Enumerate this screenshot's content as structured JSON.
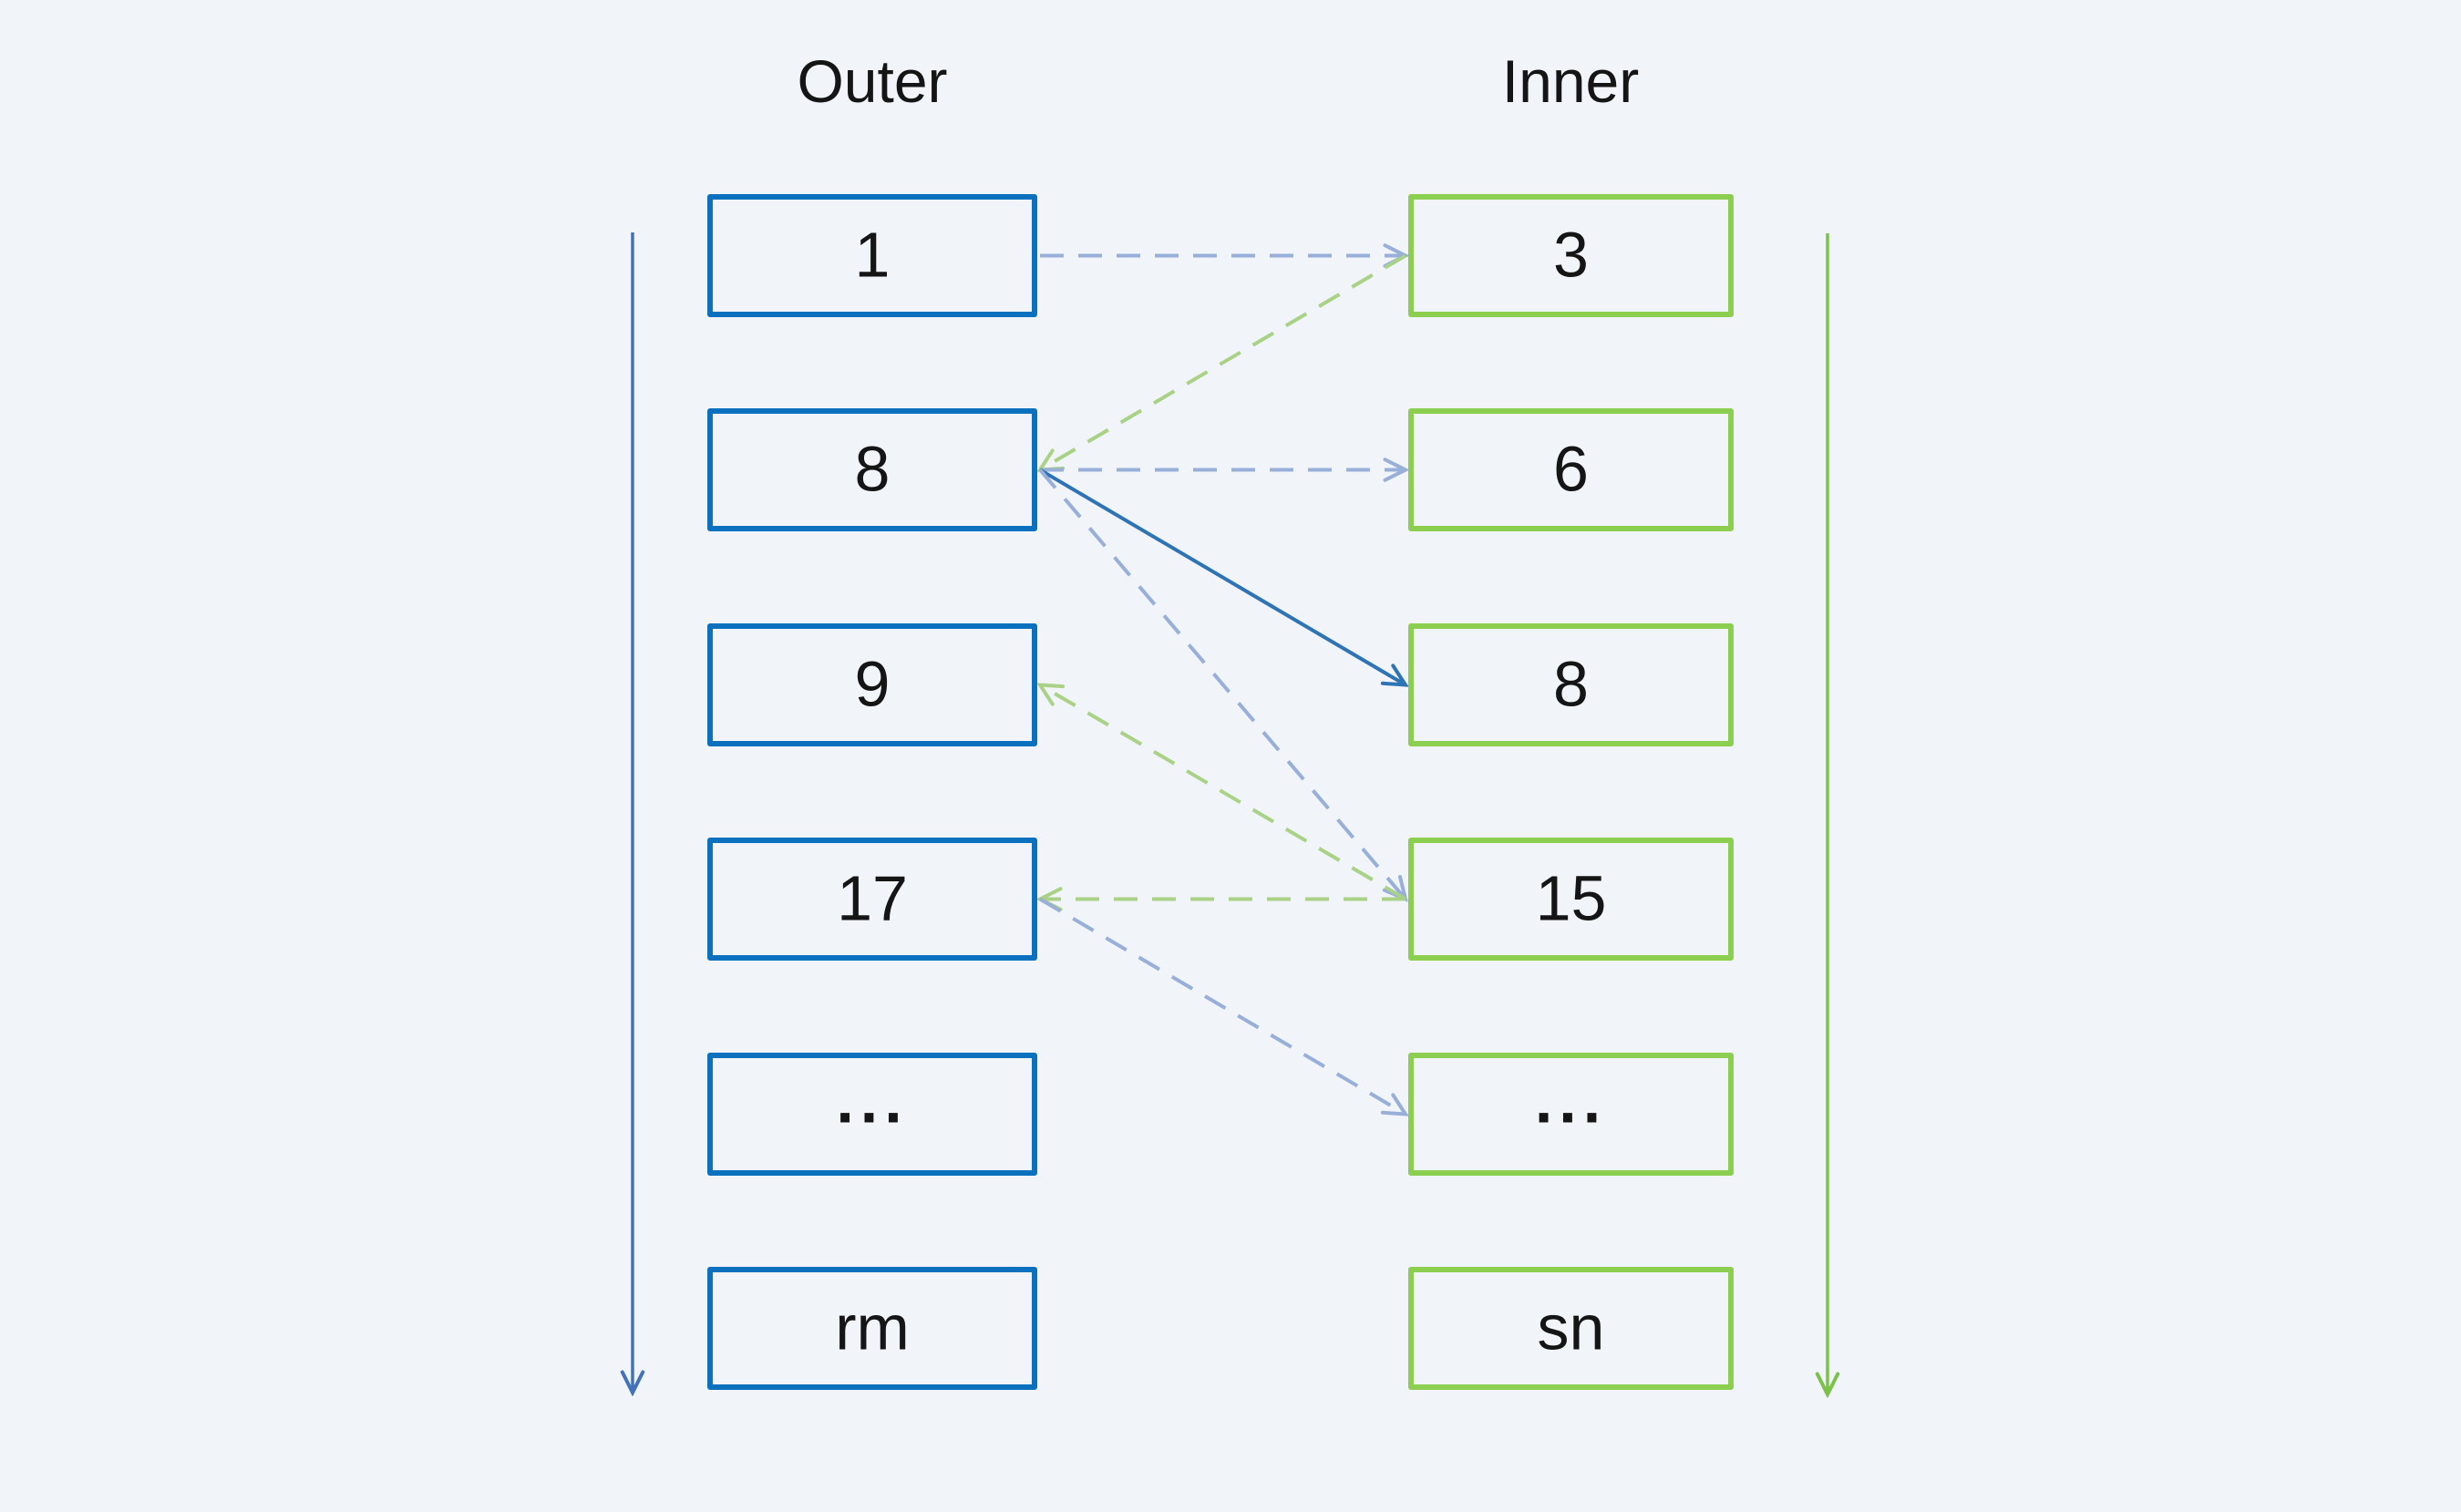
{
  "palette": {
    "background": "#F1F4F9",
    "outer_box_border": "#0B70BE",
    "inner_box_border": "#8CCE50",
    "dashed_blue": "#97AFD9",
    "dashed_green": "#A9D287",
    "solid_blue": "#2E74B5",
    "scan_arrow_left": "#4273B8",
    "scan_arrow_right": "#7CC24A",
    "text": "#151515"
  },
  "columns": [
    {
      "title": "Outer",
      "items": [
        "1",
        "8",
        "9",
        "17",
        "...",
        "rm"
      ]
    },
    {
      "title": "Inner",
      "items": [
        "3",
        "6",
        "8",
        "15",
        "...",
        "sn"
      ]
    }
  ],
  "arrows": [
    {
      "from": {
        "col": "outer",
        "row": 0
      },
      "to": {
        "col": "inner",
        "row": 0
      },
      "style": "dashed",
      "color": "dashed_blue"
    },
    {
      "from": {
        "col": "inner",
        "row": 0
      },
      "to": {
        "col": "outer",
        "row": 1
      },
      "style": "dashed",
      "color": "dashed_green"
    },
    {
      "from": {
        "col": "outer",
        "row": 1
      },
      "to": {
        "col": "inner",
        "row": 1
      },
      "style": "dashed",
      "color": "dashed_blue"
    },
    {
      "from": {
        "col": "outer",
        "row": 1
      },
      "to": {
        "col": "inner",
        "row": 2
      },
      "style": "solid",
      "color": "solid_blue"
    },
    {
      "from": {
        "col": "outer",
        "row": 1
      },
      "to": {
        "col": "inner",
        "row": 3
      },
      "style": "dashed",
      "color": "dashed_blue"
    },
    {
      "from": {
        "col": "inner",
        "row": 3
      },
      "to": {
        "col": "outer",
        "row": 2
      },
      "style": "dashed",
      "color": "dashed_green"
    },
    {
      "from": {
        "col": "inner",
        "row": 3
      },
      "to": {
        "col": "outer",
        "row": 3
      },
      "style": "dashed",
      "color": "dashed_green"
    },
    {
      "from": {
        "col": "outer",
        "row": 3
      },
      "to": {
        "col": "inner",
        "row": 4
      },
      "style": "dashed",
      "color": "dashed_blue"
    }
  ],
  "scan_arrows": [
    {
      "side": "left",
      "direction": "down",
      "color": "scan_arrow_left"
    },
    {
      "side": "right",
      "direction": "down",
      "color": "scan_arrow_right"
    }
  ]
}
